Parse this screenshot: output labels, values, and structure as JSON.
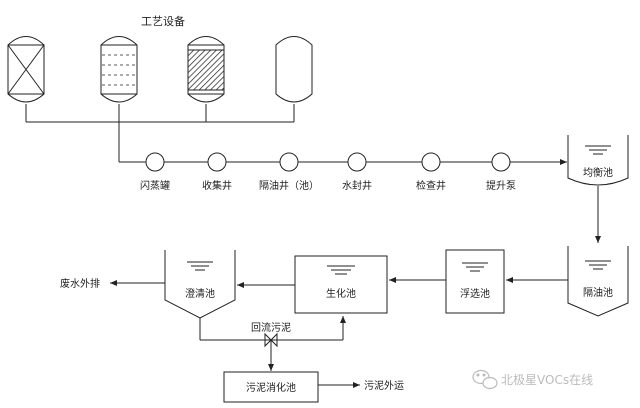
{
  "title": "工艺设备",
  "colors": {
    "line": "#222222",
    "text": "#222222",
    "hatch": "#333333",
    "watermark": "#bbbbbb"
  },
  "equipment": [
    {
      "kind": "crossed"
    },
    {
      "kind": "dashed"
    },
    {
      "kind": "hatched"
    },
    {
      "kind": "plain"
    }
  ],
  "steps": [
    "闪蒸罐",
    "收集井",
    "隔油井（池）",
    "水封井",
    "检查井",
    "提升泵"
  ],
  "tanks": {
    "equalization": "均衡池",
    "oil_separation": "隔油池",
    "flotation": "浮选池",
    "biochemical": "生化池",
    "clarifier": "澄清池",
    "sludge_digestion": "污泥消化池"
  },
  "labels": {
    "wastewater_discharge": "废水外排",
    "sludge_return": "回流污泥",
    "sludge_out": "污泥外运"
  },
  "watermark": {
    "text": "北极星VOCs在线",
    "icon": "wechat-icon"
  }
}
